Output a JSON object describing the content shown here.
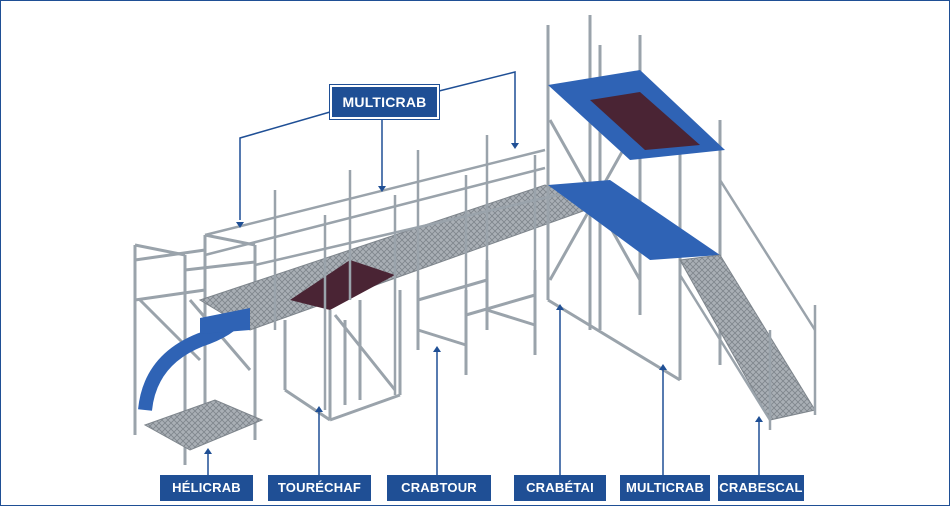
{
  "labels": {
    "top": "MULTICRAB",
    "bottom": [
      "HÉLICRAB",
      "TOURÉCHAF",
      "CRABTOUR",
      "CRABÉTAI",
      "MULTICRAB",
      "CRABESCAL"
    ]
  },
  "colors": {
    "accent": "#1f4f95",
    "tube": "#9aa3ab",
    "deck": "#8d9299",
    "red_deck": "#4a2434"
  }
}
